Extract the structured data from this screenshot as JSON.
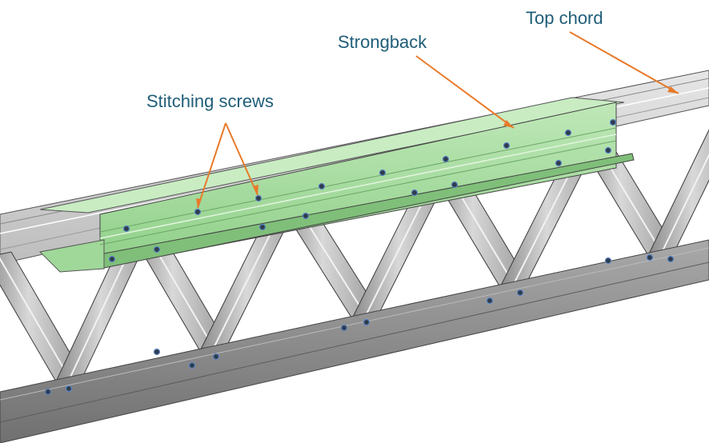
{
  "labels": {
    "top_chord": "Top chord",
    "strongback": "Strongback",
    "stitching_screws": "Stitching screws"
  },
  "colors": {
    "label_text": "#1f5d78",
    "leader_line": "#e87a2a",
    "steel_light": "#d9d9d9",
    "steel_mid": "#a6a6a6",
    "steel_dark": "#6e6e6e",
    "strongback_green": "#a6dc9f",
    "strongback_green_dark": "#7fbf79",
    "screw_dark": "#2f3b4a",
    "screw_blue": "#5a86c6",
    "outline": "#3a3a3a"
  },
  "icons": {
    "screw": "screw-head-icon"
  }
}
